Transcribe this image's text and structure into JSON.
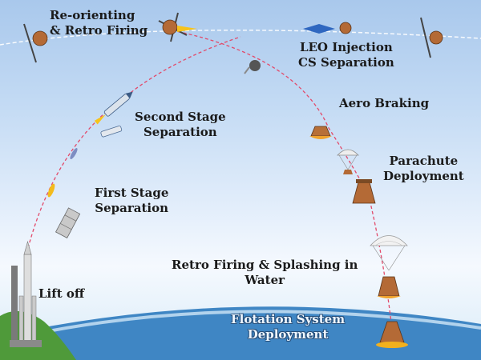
{
  "labels": {
    "reorient": "Re-orienting\n& Retro Firing",
    "leo": "LEO Injection\nCS Separation",
    "aero": "Aero Braking",
    "second": "Second Stage\nSeparation",
    "parachute": "Parachute\nDeployment",
    "first": "First Stage\nSeparation",
    "retro": "Retro Firing & Splashing in\nWater",
    "liftoff": "Lift off",
    "flotation": "Flotation System\nDeployment"
  },
  "colors": {
    "trajectory": "#e24a6a",
    "orbit": "#ffffff",
    "ocean": "#3f86c4",
    "land": "#4f9a3a"
  }
}
